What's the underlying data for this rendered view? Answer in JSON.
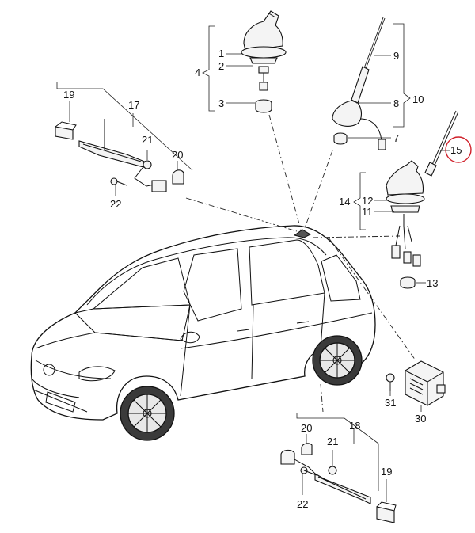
{
  "callouts": [
    {
      "id": "c1",
      "label": "1"
    },
    {
      "id": "c2",
      "label": "2"
    },
    {
      "id": "c3",
      "label": "3"
    },
    {
      "id": "c4",
      "label": "4"
    },
    {
      "id": "c7",
      "label": "7"
    },
    {
      "id": "c8",
      "label": "8"
    },
    {
      "id": "c9",
      "label": "9"
    },
    {
      "id": "c10",
      "label": "10"
    },
    {
      "id": "c11",
      "label": "11"
    },
    {
      "id": "c12",
      "label": "12"
    },
    {
      "id": "c13",
      "label": "13"
    },
    {
      "id": "c14",
      "label": "14"
    },
    {
      "id": "c15",
      "label": "15"
    },
    {
      "id": "c17",
      "label": "17"
    },
    {
      "id": "c18",
      "label": "18"
    },
    {
      "id": "c19a",
      "label": "19"
    },
    {
      "id": "c19b",
      "label": "19"
    },
    {
      "id": "c20a",
      "label": "20"
    },
    {
      "id": "c20b",
      "label": "20"
    },
    {
      "id": "c21a",
      "label": "21"
    },
    {
      "id": "c21b",
      "label": "21"
    },
    {
      "id": "c22a",
      "label": "22"
    },
    {
      "id": "c22b",
      "label": "22"
    },
    {
      "id": "c30",
      "label": "30"
    },
    {
      "id": "c31",
      "label": "31"
    }
  ],
  "highlight": {
    "label": "15",
    "color": "#d0202a"
  },
  "colors": {
    "line": "#222222",
    "part_fill": "#f4f4f4",
    "background": "#ffffff"
  }
}
